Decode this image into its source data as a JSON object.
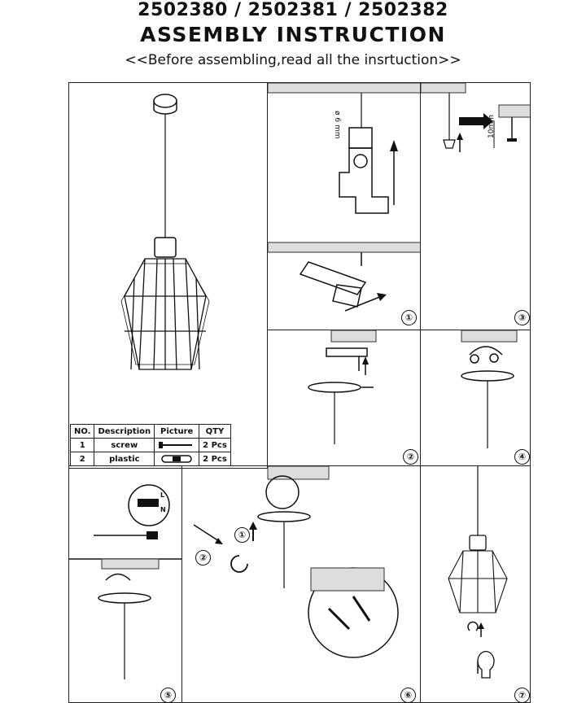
{
  "header": {
    "model_numbers": "2502380 / 2502381 / 2502382",
    "title": "ASSEMBLY INSTRUCTION",
    "subtitle": "<<Before assembling,read all the insrtuction>>"
  },
  "parts_table": {
    "columns": [
      "NO.",
      "Description",
      "Picture",
      "QTY"
    ],
    "rows": [
      {
        "no": "1",
        "description": "screw",
        "qty": "2 Pcs"
      },
      {
        "no": "2",
        "description": "plastic",
        "qty": "2 Pcs"
      }
    ]
  },
  "annotations": {
    "drill_size": "ø 6 mm",
    "depth": "10mm",
    "terminal_l": "L",
    "terminal_n": "N"
  },
  "steps": [
    {
      "label": "①"
    },
    {
      "label": "②"
    },
    {
      "label": "③"
    },
    {
      "label": "④"
    },
    {
      "label": "⑤"
    },
    {
      "label": "⑥"
    },
    {
      "label": "⑦"
    }
  ],
  "inline_markers": {
    "first": "①",
    "second": "②"
  }
}
